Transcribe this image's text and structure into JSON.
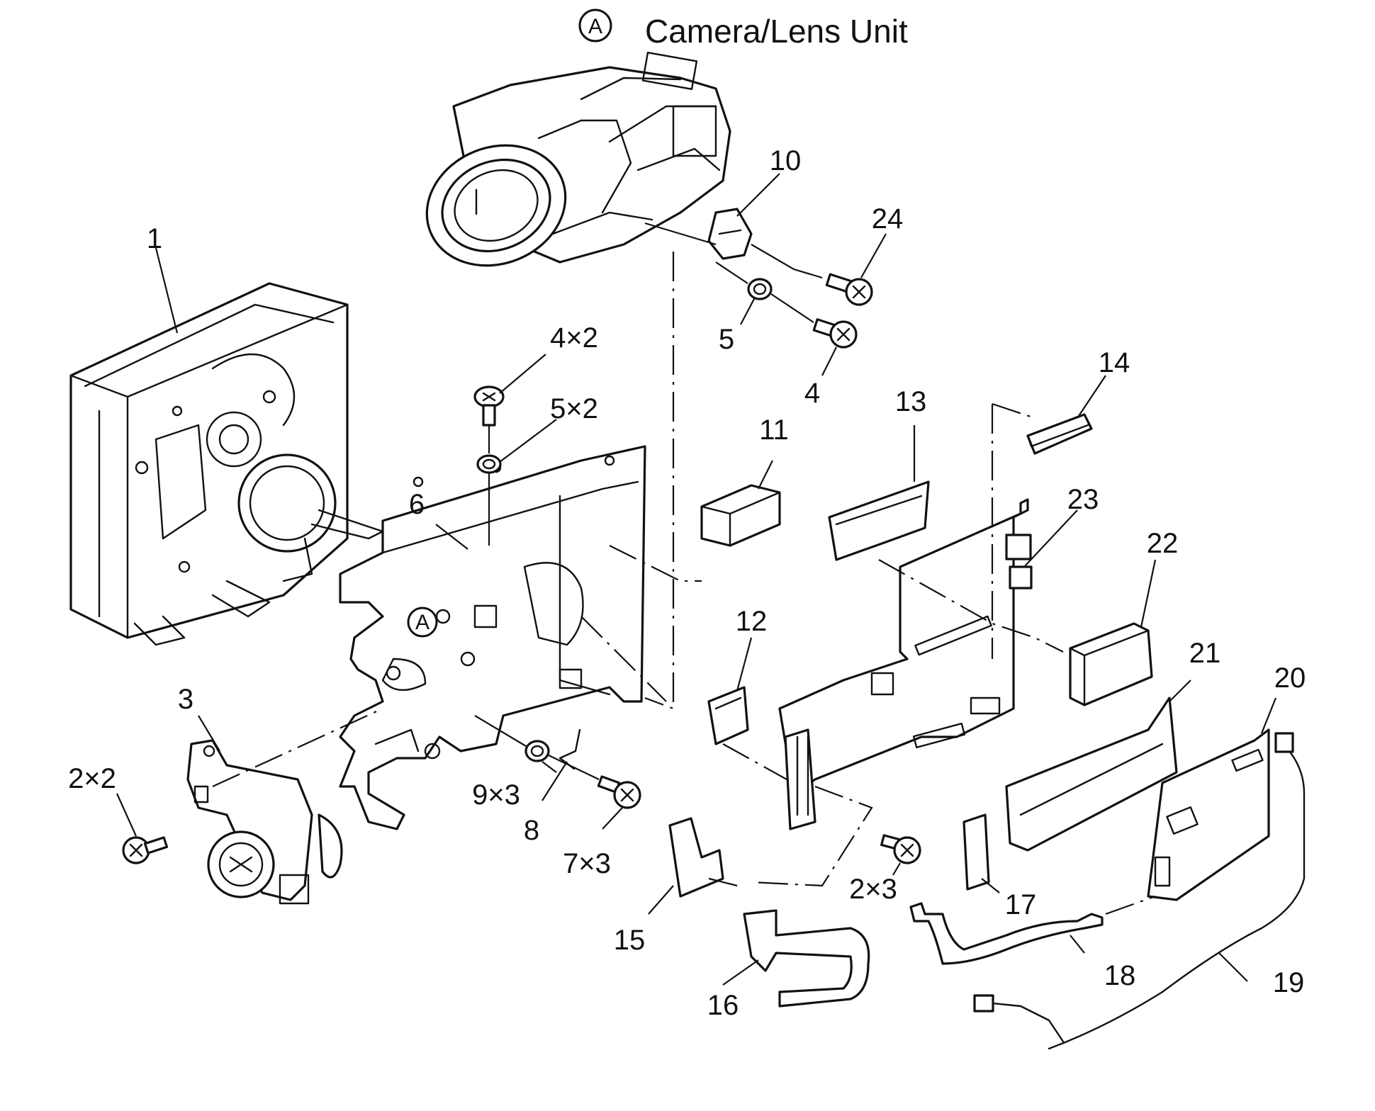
{
  "title": "Camera/Lens Unit",
  "reference_marker": "A",
  "callouts": {
    "c1": "1",
    "c2x2": "2×2",
    "c2x3": "2×3",
    "c3": "3",
    "c4": "4",
    "c4x2": "4×2",
    "c5": "5",
    "c5x2": "5×2",
    "c6": "6",
    "c7x3": "7×3",
    "c8": "8",
    "c9x3": "9×3",
    "c10": "10",
    "c11": "11",
    "c12": "12",
    "c13": "13",
    "c14": "14",
    "c15": "15",
    "c16": "16",
    "c17": "17",
    "c18": "18",
    "c19": "19",
    "c20": "20",
    "c21": "21",
    "c22": "22",
    "c23": "23",
    "c24": "24"
  }
}
